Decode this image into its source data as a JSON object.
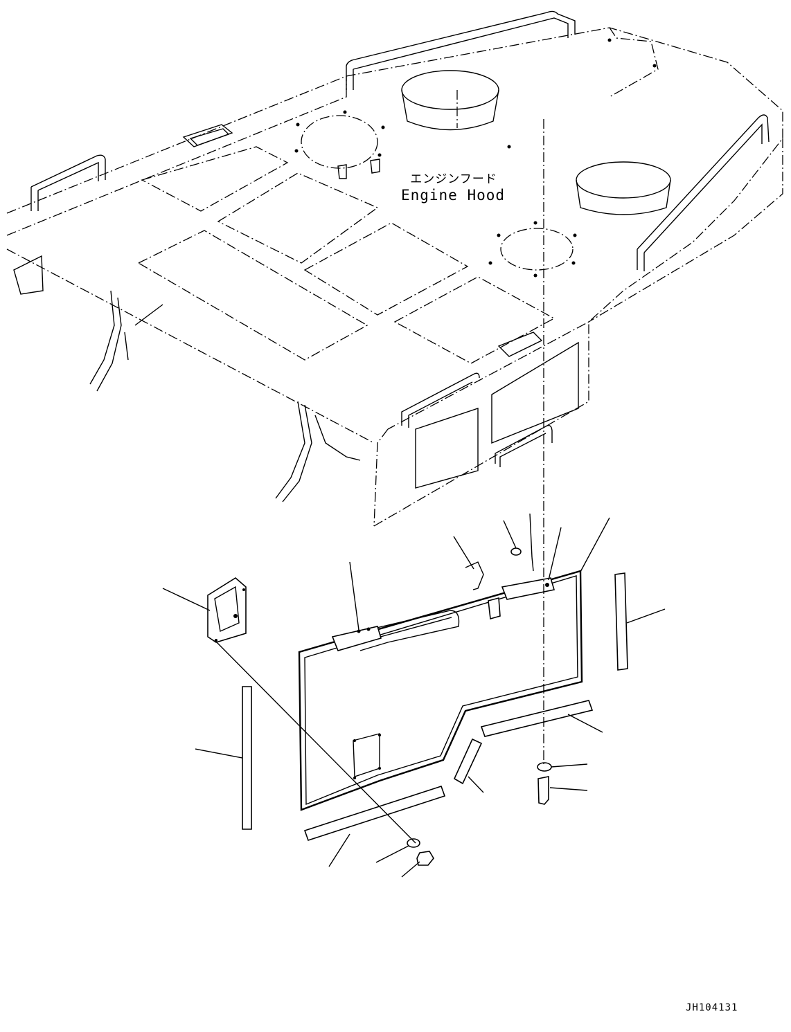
{
  "labels": {
    "engine_hood_jp": "エンジンフード",
    "engine_hood_en": "Engine Hood"
  },
  "drawing_code": "JH104131"
}
